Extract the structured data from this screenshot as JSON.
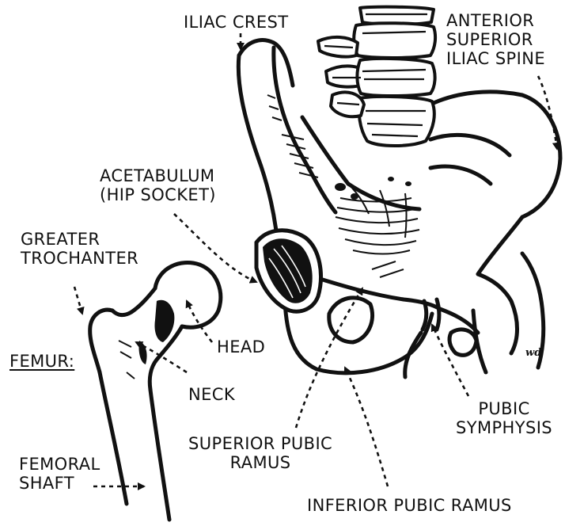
{
  "labels": {
    "iliac_crest": "ILIAC CREST",
    "asis": [
      "ANTERIOR",
      "SUPERIOR",
      "ILIAC SPINE"
    ],
    "acetabulum": [
      "ACETABULUM",
      "(HIP SOCKET)"
    ],
    "greater_trochanter": [
      "GREATER",
      "TROCHANTER"
    ],
    "femur": "FEMUR:",
    "head": "HEAD",
    "neck": "NECK",
    "femoral_shaft": [
      "FEMORAL",
      "SHAFT"
    ],
    "superior_pubic_ramus": [
      "SUPERIOR PUBIC",
      "RAMUS"
    ],
    "pubic_symphysis": [
      "PUBIC",
      "SYMPHYSIS"
    ],
    "inferior_pubic_ramus": "INFERIOR PUBIC RAMUS",
    "signature": "wd"
  },
  "colors": {
    "ink": "#111111",
    "paper": "#ffffff"
  }
}
